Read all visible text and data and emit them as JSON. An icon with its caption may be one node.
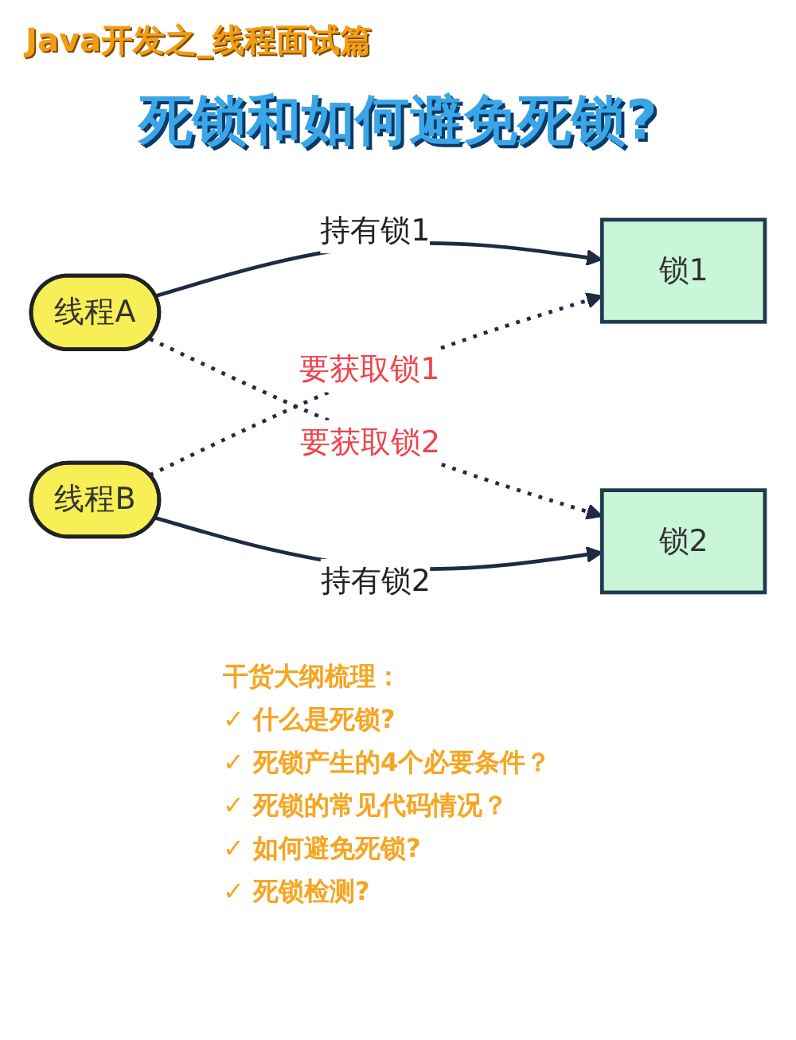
{
  "diagram": {
    "title": "死锁和如何避免死锁?",
    "nodes": [
      {
        "text": [
          "线程A"
        ]
      },
      {
        "text": [
          "锁1"
        ]
      },
      {
        "text": [
          "线程B"
        ]
      },
      {
        "text": [
          "锁2"
        ]
      }
    ],
    "edges": [
      {
        "from": 0,
        "to": 1,
        "arrow": "to",
        "label": "持有锁1"
      },
      {
        "from": 0,
        "to": 3,
        "arrow": "to",
        "label": "要获取锁2",
        "style": "dashed"
      },
      {
        "from": 2,
        "to": 1,
        "arrow": "to",
        "label": "要获取锁1",
        "style": "dashed"
      },
      {
        "from": 2,
        "to": 3,
        "arrow": "to",
        "label": "持有锁2"
      }
    ],
    "labels": [
      "Java开发之_线程面试篇",
      "干货大纲梳理：",
      "✓ 什么是死锁?",
      "✓ 死锁产生的4个必要条件？",
      "✓ 死锁的常见代码情况？",
      "✓ 如何避免死锁?",
      "✓ 死锁检测?"
    ]
  }
}
